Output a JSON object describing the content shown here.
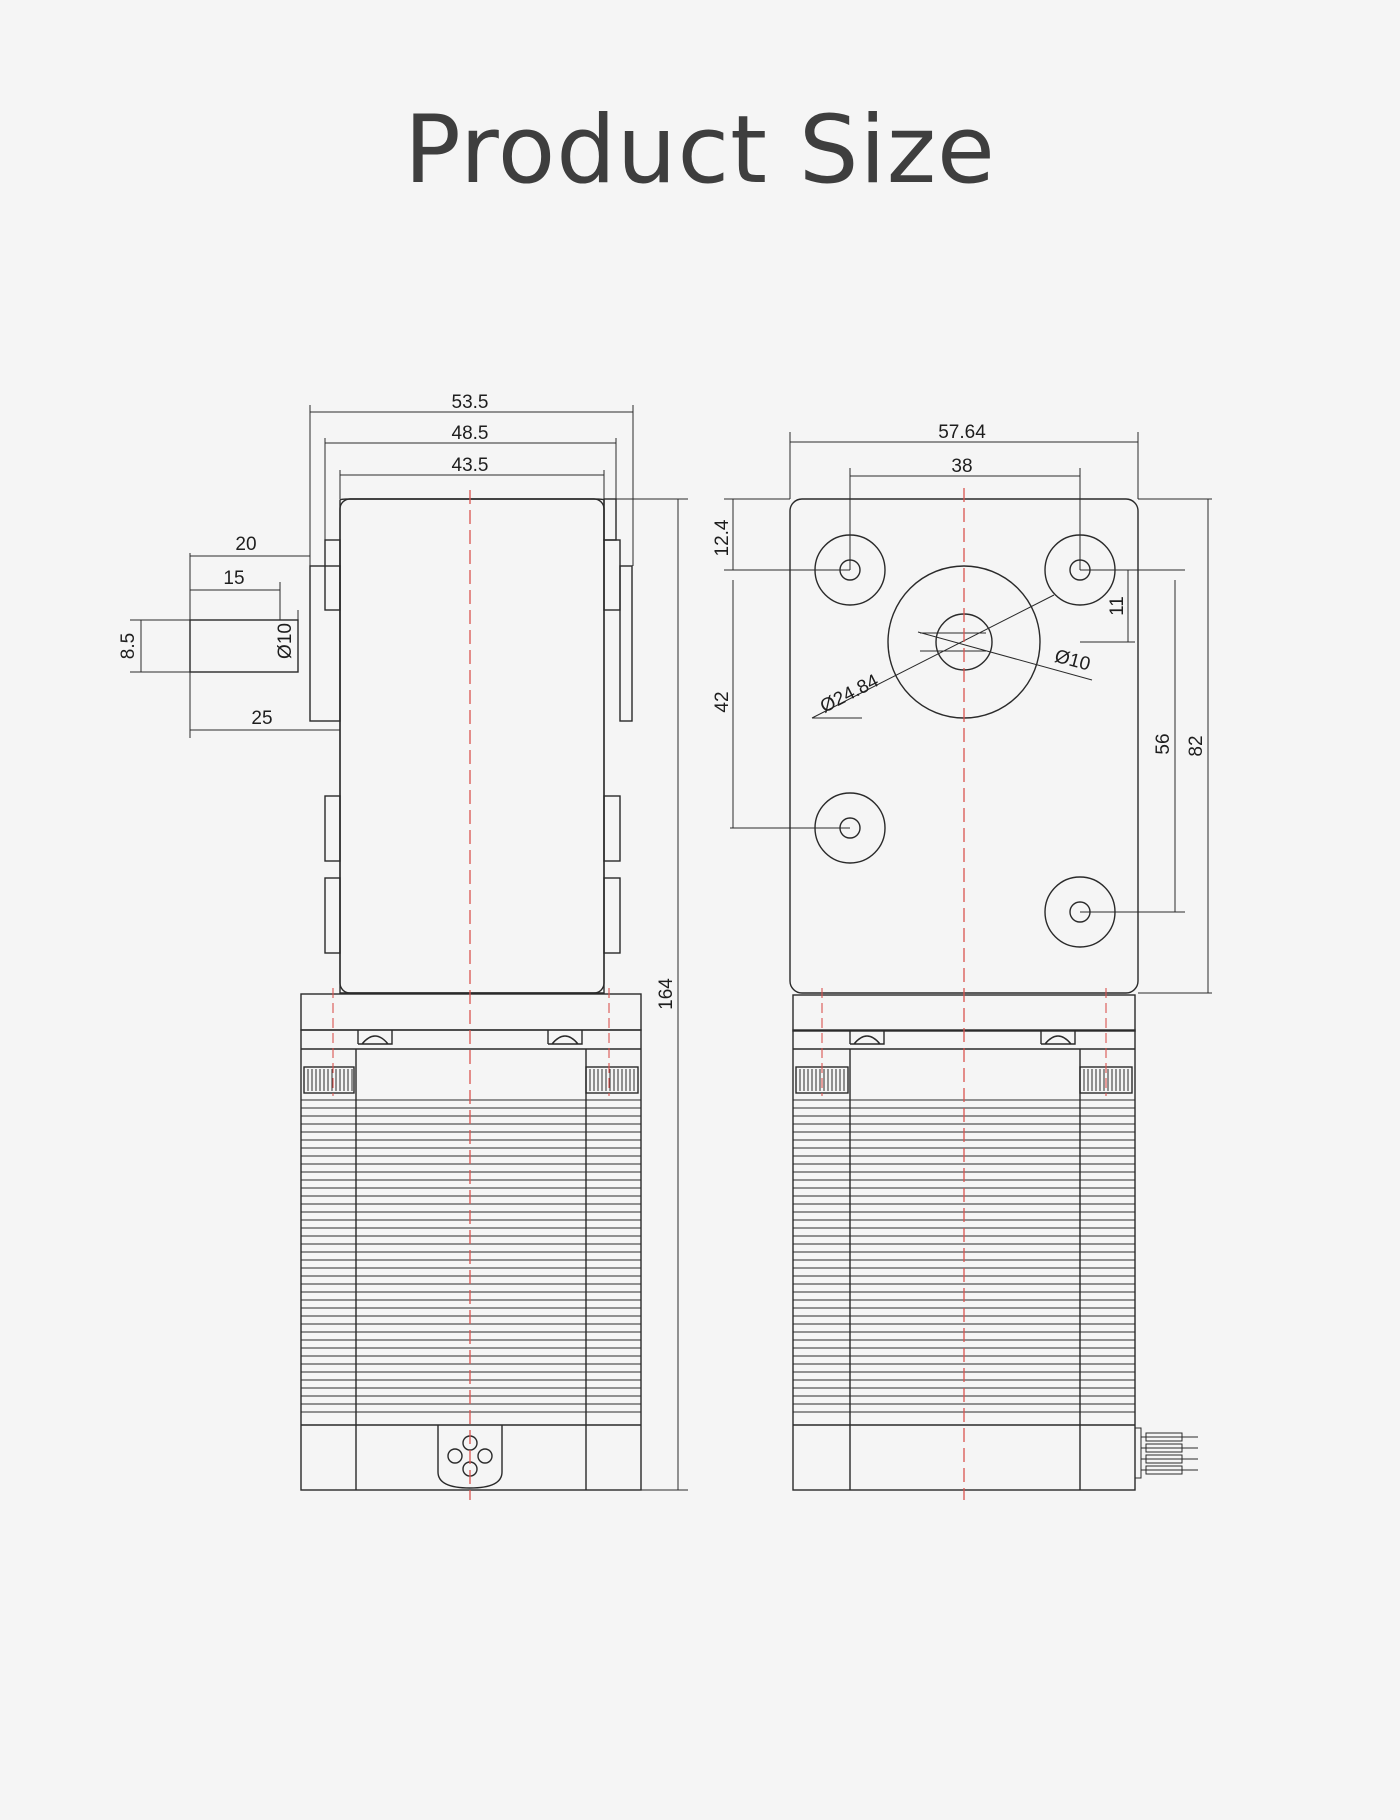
{
  "title": "Product Size",
  "colors": {
    "background": "#f5f5f5",
    "line": "#2a2a2a",
    "centerline": "#d9534f",
    "title": "#3e3e3e"
  },
  "side_view": {
    "dims": {
      "width_53_5": "53.5",
      "width_48_5": "48.5",
      "width_43_5": "43.5",
      "shaft_20": "20",
      "shaft_15": "15",
      "shaft_dia": "Ø10",
      "flat_8_5": "8.5",
      "shaft_25": "25",
      "height_164": "164"
    }
  },
  "front_view": {
    "dims": {
      "width_57_64": "57.64",
      "holes_38": "38",
      "top_12_4": "12.4",
      "holes_42": "42",
      "offset_11": "11",
      "holes_56": "56",
      "height_82": "82",
      "bore_dia": "Ø10",
      "boss_dia": "Ø24.84"
    }
  }
}
